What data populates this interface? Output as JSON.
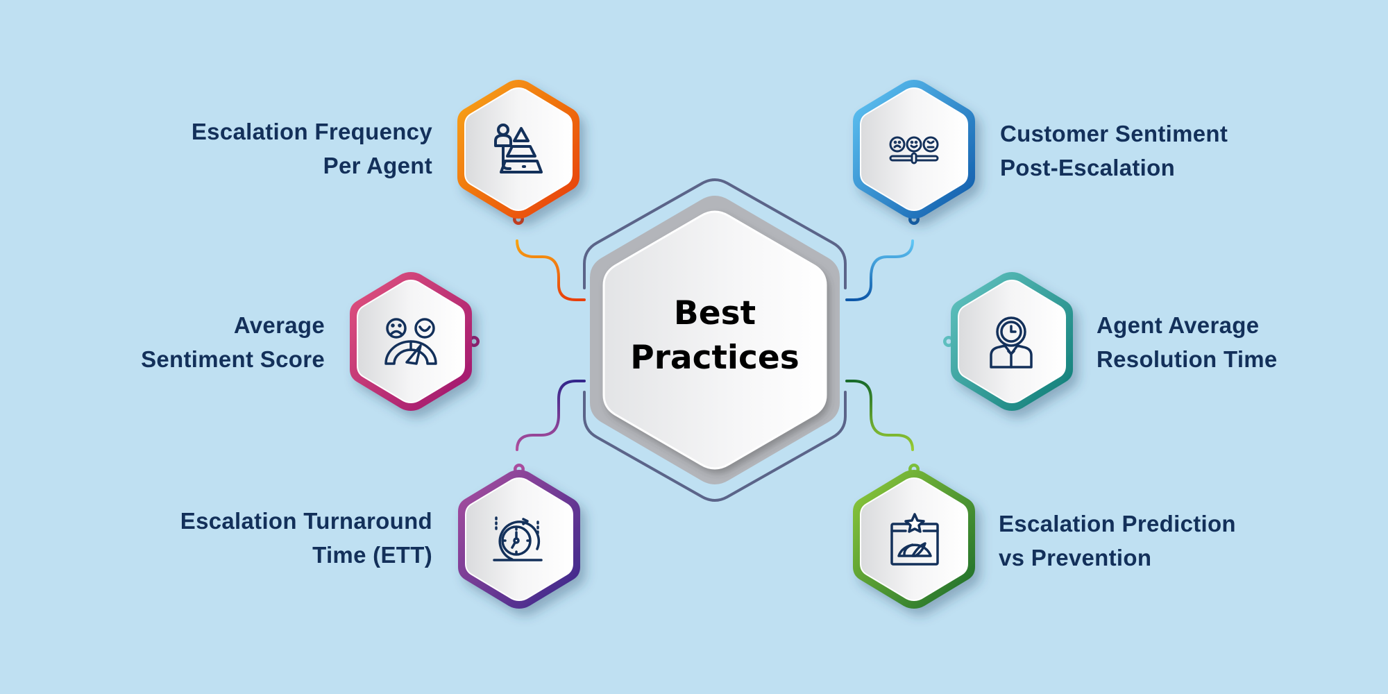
{
  "center": {
    "title_line1": "Best",
    "title_line2": "Practices"
  },
  "items": [
    {
      "id": "escalation-frequency",
      "line1": "Escalation Frequency",
      "line2": "Per Agent",
      "icon": "agent-pyramid-icon",
      "color_start": "#f7a512",
      "color_end": "#e8400c",
      "side": "left",
      "position": "top"
    },
    {
      "id": "average-sentiment",
      "line1": "Average",
      "line2": "Sentiment Score",
      "icon": "sentiment-gauge-icon",
      "color_start": "#e0507e",
      "color_end": "#a0156e",
      "side": "left",
      "position": "middle"
    },
    {
      "id": "escalation-turnaround",
      "line1": "Escalation Turnaround",
      "line2": "Time (ETT)",
      "icon": "stopwatch-refresh-icon",
      "color_start": "#a94c9e",
      "color_end": "#3a2a8c",
      "side": "left",
      "position": "bottom"
    },
    {
      "id": "customer-sentiment",
      "line1": "Customer Sentiment",
      "line2": "Post-Escalation",
      "icon": "emoji-slider-icon",
      "color_start": "#5fc4f4",
      "color_end": "#0f5fae",
      "side": "right",
      "position": "top"
    },
    {
      "id": "agent-resolution",
      "line1": "Agent Average",
      "line2": "Resolution Time",
      "icon": "agent-clock-icon",
      "color_start": "#5ec0c0",
      "color_end": "#0e7f7a",
      "side": "right",
      "position": "middle"
    },
    {
      "id": "escalation-prediction",
      "line1": "Escalation Prediction",
      "line2": "vs Prevention",
      "icon": "star-dashboard-icon",
      "color_start": "#8cc63f",
      "color_end": "#1a6e2c",
      "side": "right",
      "position": "bottom"
    }
  ],
  "colors": {
    "background": "#bfe0f2",
    "text": "#13305a",
    "icon_stroke": "#13305a",
    "ring_outline": "#5b6489",
    "ring_gray": "#b3b5ba"
  }
}
